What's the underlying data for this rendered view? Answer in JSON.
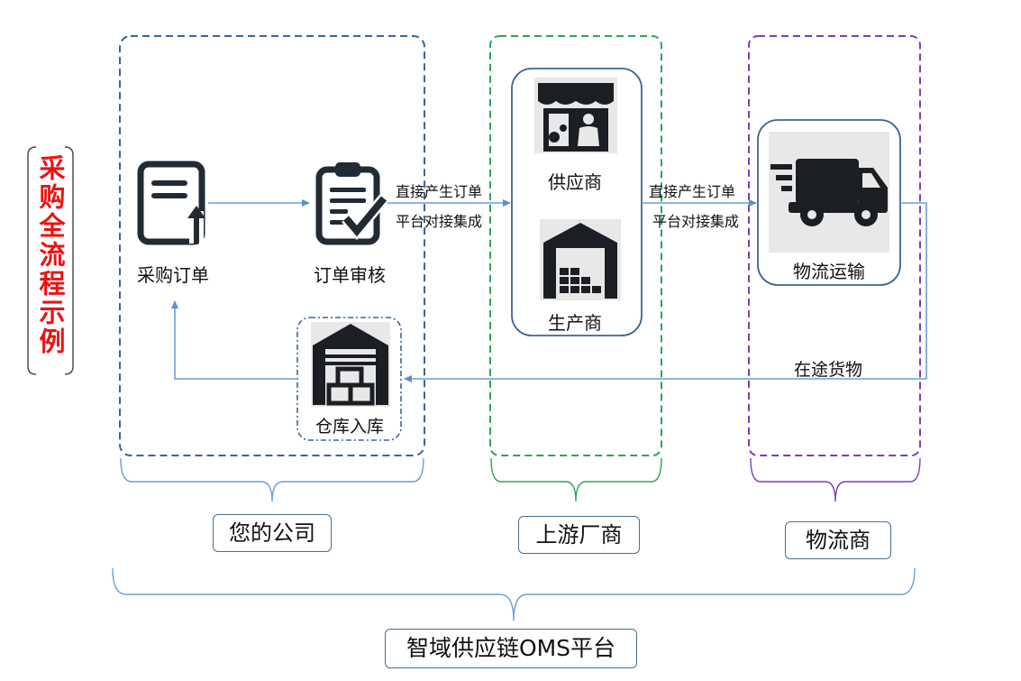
{
  "side_title": "采购全流程示例",
  "sections": {
    "company": "您的公司",
    "upstream": "上游厂商",
    "logistics": "物流商",
    "platform": "智域供应链OMS平台"
  },
  "nodes": {
    "purchase_order": "采购订单",
    "order_review": "订单审核",
    "warehouse_in": "仓库入库",
    "supplier": "供应商",
    "manufacturer": "生产商",
    "logistics_transport": "物流运输"
  },
  "edges": {
    "e1_line1": "直接产生订单",
    "e1_line2": "平台对接集成",
    "e2_line1": "直接产生订单",
    "e2_line2": "平台对接集成",
    "in_transit": "在途货物"
  },
  "colors": {
    "title_red": "#ee1111",
    "company_border": "#3d6591",
    "upstream_border": "#2aa65a",
    "logistics_border": "#7b3fb0",
    "arrow": "#6a9fd4"
  }
}
